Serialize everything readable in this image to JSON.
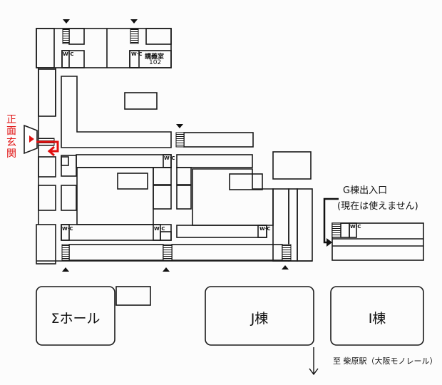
{
  "entrance": {
    "label": "正面玄関",
    "color": "#e01010"
  },
  "rooms": {
    "lecture_room": "講義室",
    "lecture_room_no": "102",
    "wc": "W·C"
  },
  "g_building": {
    "label": "G棟出入口",
    "note": "(現在は使えません)"
  },
  "buildings": {
    "sigma_hall": "Σホール",
    "j_building": "J棟",
    "i_building": "I棟"
  },
  "direction": {
    "label": "至 柴原駅（大阪モノレール）"
  }
}
